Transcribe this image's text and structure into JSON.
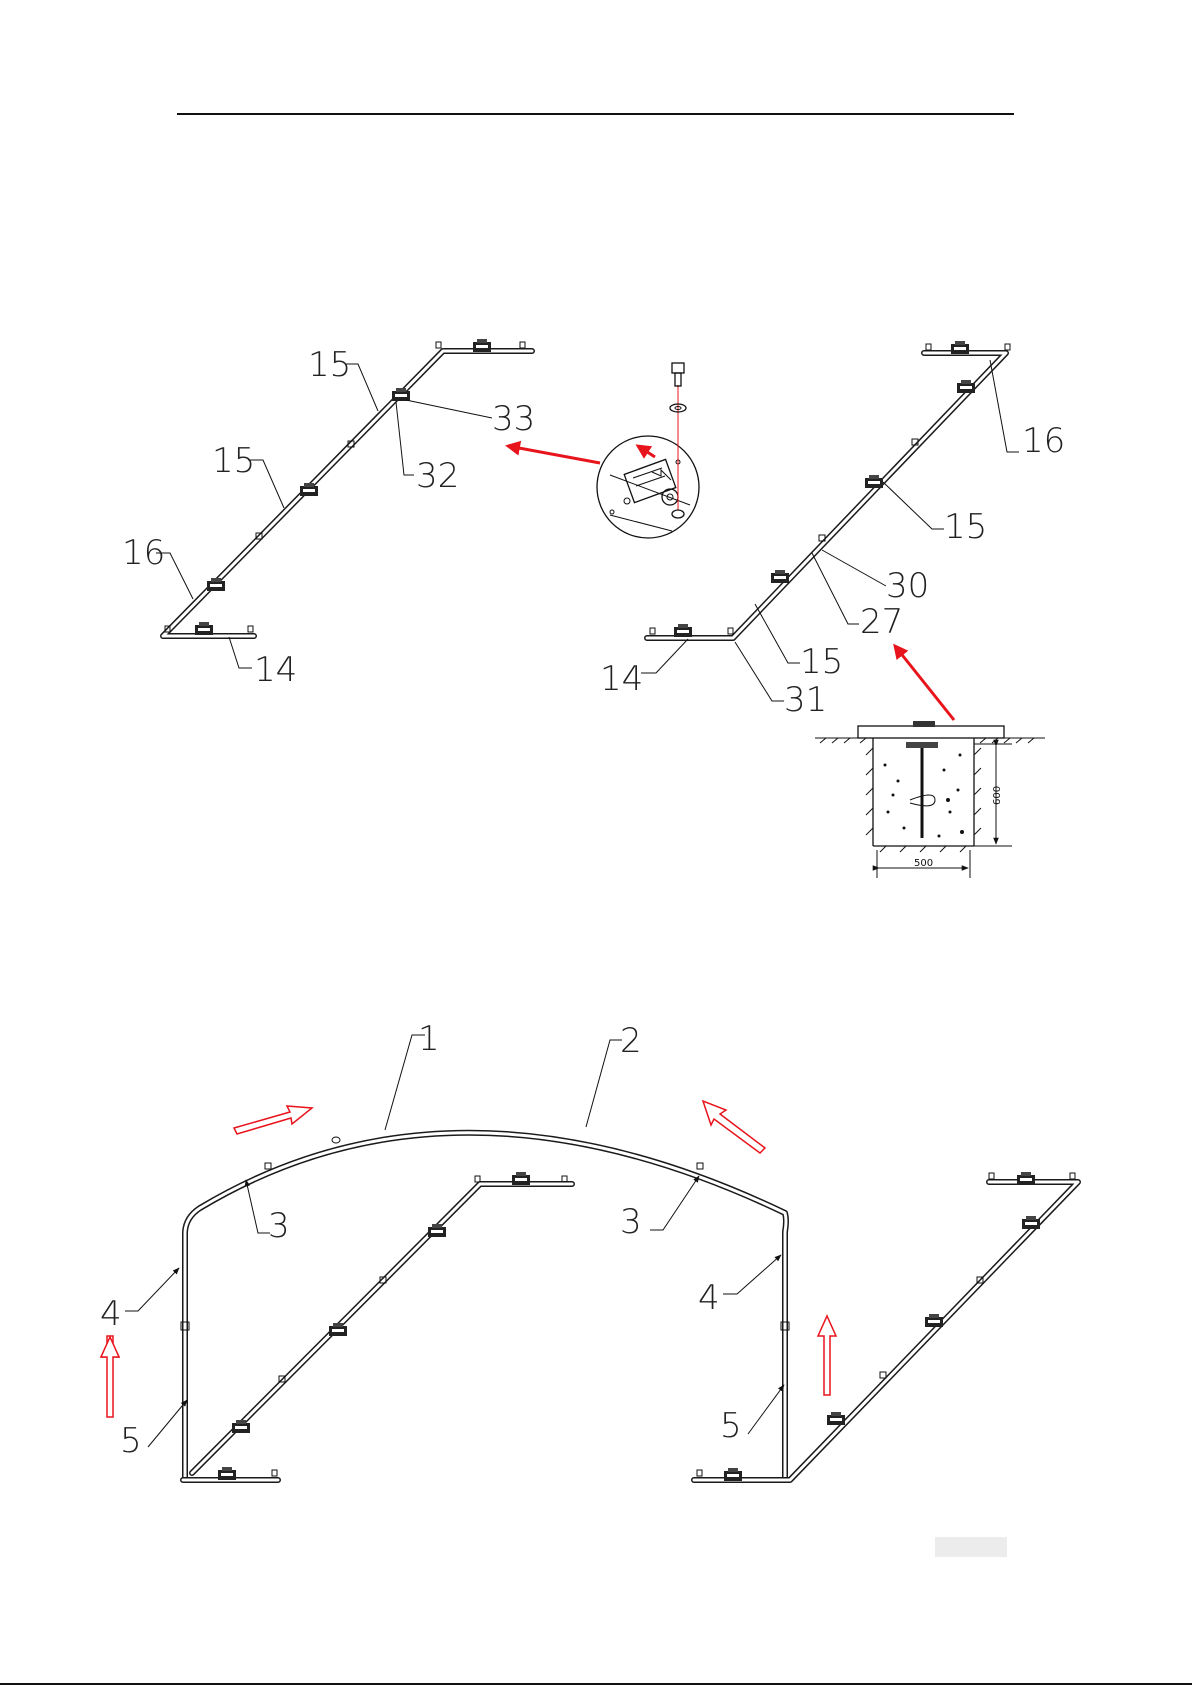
{
  "labels": {
    "a15": "15",
    "a15b": "15",
    "a16": "16",
    "a14": "14",
    "a33": "33",
    "a32": "32",
    "b16": "16",
    "b15": "15",
    "b30": "30",
    "b27": "27",
    "b15b": "15",
    "b14": "14",
    "b31": "31",
    "c1": "1",
    "c2": "2",
    "c3l": "3",
    "c3r": "3",
    "c4l": "4",
    "c4r": "4",
    "c5l": "5",
    "c5r": "5"
  },
  "dims": {
    "depth": "600",
    "width": "500"
  },
  "colors": {
    "accent_red": "#e8141c",
    "line": "#111111"
  }
}
